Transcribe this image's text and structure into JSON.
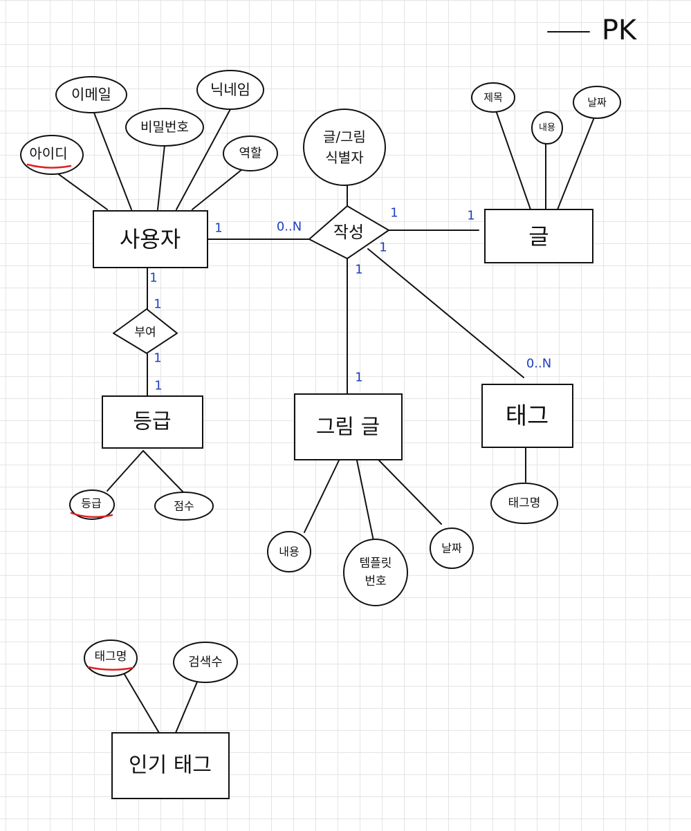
{
  "colors": {
    "ink": "#111111",
    "cardinality": "#1f3fbf",
    "pk_marker": "#e02020"
  },
  "legend": {
    "pk_label": "PK"
  },
  "entities": {
    "user": "사용자",
    "post": "글",
    "grade": "등급",
    "drawing": "그림 글",
    "tag": "태그",
    "popular_tag": "인기 태그"
  },
  "relationships": {
    "write": "작성",
    "assign": "부여"
  },
  "attributes": {
    "user_id": "아이디",
    "user_email": "이메일",
    "user_password": "비밀번호",
    "user_nickname": "닉네임",
    "user_role": "역할",
    "write_identifier": "글/그림\n식별자",
    "post_title": "제목",
    "post_content": "내용",
    "post_date": "날짜",
    "grade_grade": "등급",
    "grade_score": "점수",
    "drawing_content": "내용",
    "drawing_template": "템플릿\n번호",
    "drawing_date": "날짜",
    "tag_name": "태그명",
    "popular_tag_name": "태그명",
    "popular_tag_search_count": "검색수"
  },
  "cardinalities": {
    "user_write": "1",
    "write_user": "0..N",
    "write_post": "1",
    "post_write": "1",
    "write_drawing": "1",
    "drawing_write": "1",
    "write_tag_near": "1",
    "tag_write": "0..N",
    "user_assign": "1",
    "assign_user": "1",
    "assign_grade": "1",
    "grade_assign": "1"
  }
}
